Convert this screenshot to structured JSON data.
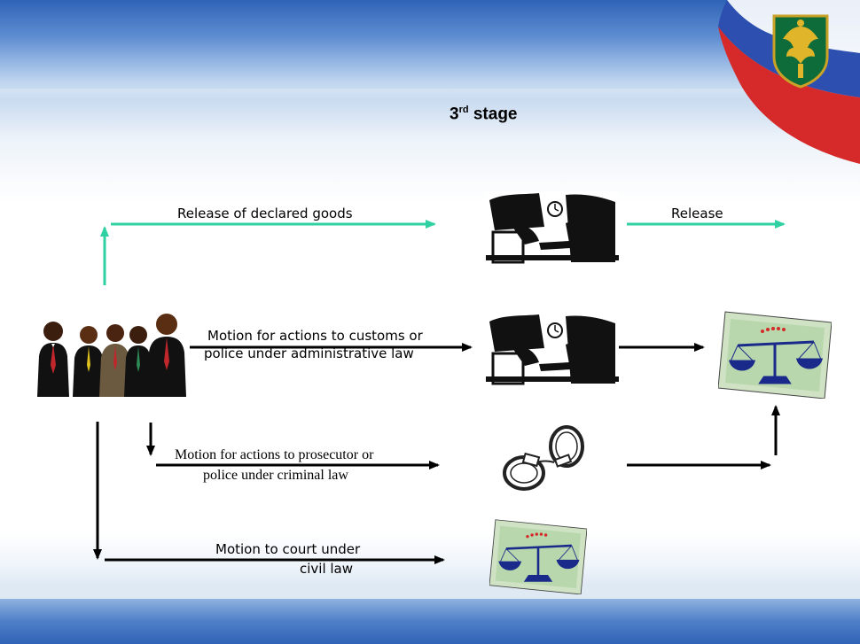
{
  "title": {
    "main": "3",
    "sup": "rd",
    "rest": " stage"
  },
  "labels": {
    "release_declared": "Release of declared goods",
    "release": "Release",
    "motion_admin_line1": "Motion for actions to customs or",
    "motion_admin_line2": "police under administrative law",
    "motion_criminal_line1": "Motion for actions to prosecutor or",
    "motion_criminal_line2": "police under criminal law",
    "motion_civil_line1": "Motion to court under",
    "motion_civil_line2": "civil law"
  },
  "colors": {
    "green_arrow": "#2fd1a2",
    "black_arrow": "#000000"
  },
  "icons": [
    "emblem-icon",
    "flag-icon",
    "business-people-icon",
    "customs-officer-icon",
    "handcuffs-icon",
    "scales-of-justice-icon"
  ]
}
